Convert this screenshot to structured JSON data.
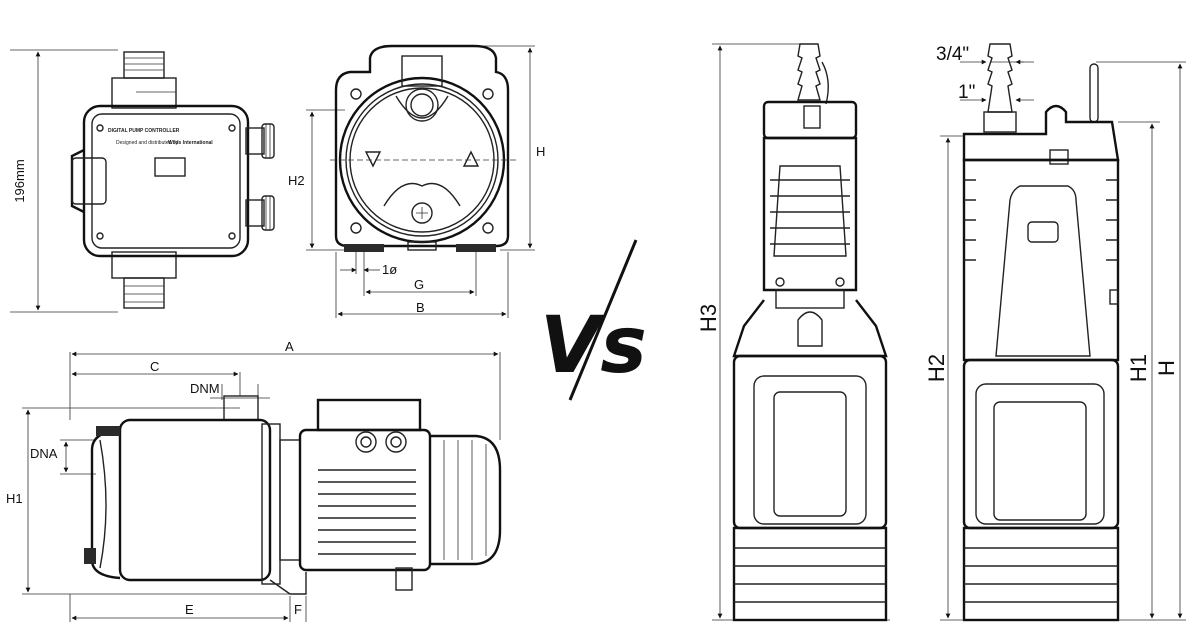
{
  "controller": {
    "height_label": "196mm",
    "title": "DIGITAL PUMP CONTROLLER",
    "subtitle": "Designed and distributed by",
    "brand": "Wilds International"
  },
  "pump_front": {
    "labels": {
      "h": "H",
      "h2": "H2",
      "diameter": "1ø",
      "g": "G",
      "b": "B"
    }
  },
  "pump_side": {
    "labels": {
      "a": "A",
      "c": "C",
      "dnm": "DNM",
      "dna": "DNA",
      "h1": "H1",
      "e": "E",
      "f": "F"
    }
  },
  "versus_text": "Vs",
  "submersible_front": {
    "labels": {
      "h3": "H3"
    }
  },
  "submersible_side": {
    "labels": {
      "outlet_34": "3/4\"",
      "outlet_1": "1\"",
      "h2": "H2",
      "h1": "H1",
      "h": "H"
    }
  }
}
